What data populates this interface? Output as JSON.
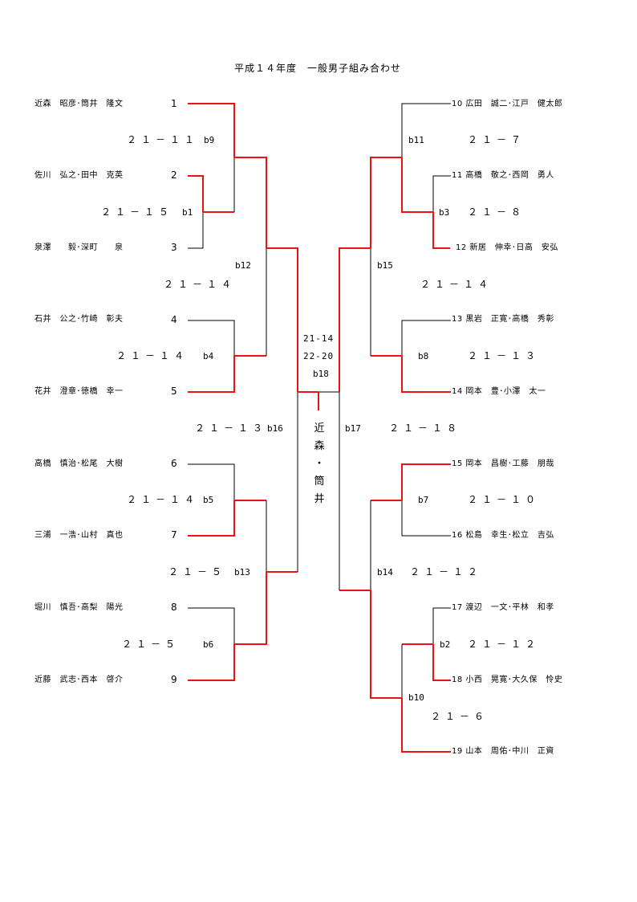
{
  "title": "平成１４年度　一般男子組み合わせ",
  "colors": {
    "winner_line": "#ee1111",
    "loser_line": "#000000"
  },
  "left_players": [
    {
      "seed": "1",
      "name": "近森　昭彦･筒井　隆文"
    },
    {
      "seed": "2",
      "name": "佐川　弘之･田中　克英"
    },
    {
      "seed": "3",
      "name": "泉澤　　毅･深町　　泉"
    },
    {
      "seed": "4",
      "name": "石井　公之･竹崎　彰夫"
    },
    {
      "seed": "5",
      "name": "花井　澄章･徳橋　幸一"
    },
    {
      "seed": "6",
      "name": "高橋　慎治･松尾　大樹"
    },
    {
      "seed": "7",
      "name": "三浦　一浩･山村　真也"
    },
    {
      "seed": "8",
      "name": "堀川　慎吾･高梨　陽光"
    },
    {
      "seed": "9",
      "name": "近藤　武志･西本　啓介"
    }
  ],
  "right_players": [
    {
      "seed": "10",
      "name": "広田　誠二･江戸　健太郎"
    },
    {
      "seed": "11",
      "name": "高橋　敬之･西岡　勇人"
    },
    {
      "seed": "12",
      "name": "新居　伸幸･日高　安弘"
    },
    {
      "seed": "13",
      "name": "黒岩　正寛･高橋　秀彰"
    },
    {
      "seed": "14",
      "name": "岡本　豊･小澤　太一"
    },
    {
      "seed": "15",
      "name": "岡本　昌樹･工藤　朋哉"
    },
    {
      "seed": "16",
      "name": "松島　幸生･松立　吉弘"
    },
    {
      "seed": "17",
      "name": "渡辺　一文･平林　和孝"
    },
    {
      "seed": "18",
      "name": "小西　晃寛･大久保　怜史"
    },
    {
      "seed": "19",
      "name": "山本　周佑･中川　正資"
    }
  ],
  "matches": [
    {
      "id": "b1",
      "score": "２１－１５"
    },
    {
      "id": "b2",
      "score": "２１－１２"
    },
    {
      "id": "b3",
      "score": "２１－８"
    },
    {
      "id": "b4",
      "score": "２１－１４"
    },
    {
      "id": "b5",
      "score": "２１－１４"
    },
    {
      "id": "b6",
      "score": "２１－５"
    },
    {
      "id": "b7",
      "score": "２１－１０"
    },
    {
      "id": "b8",
      "score": "２１－１３"
    },
    {
      "id": "b9",
      "score": "２１－１１"
    },
    {
      "id": "b10",
      "score": "２１－６"
    },
    {
      "id": "b11",
      "score": "２１－７"
    },
    {
      "id": "b12",
      "score": "２１－１４"
    },
    {
      "id": "b13",
      "score": "２１－５"
    },
    {
      "id": "b14",
      "score": "２１－１２"
    },
    {
      "id": "b15",
      "score": "２１－１４"
    },
    {
      "id": "b16",
      "score": "２１－１３"
    },
    {
      "id": "b17",
      "score": "２１－１８"
    },
    {
      "id": "b18",
      "score_lines": [
        "21-14",
        "22-20"
      ]
    }
  ],
  "champion_chars": [
    "近",
    "森",
    "・",
    "筒",
    "井"
  ]
}
